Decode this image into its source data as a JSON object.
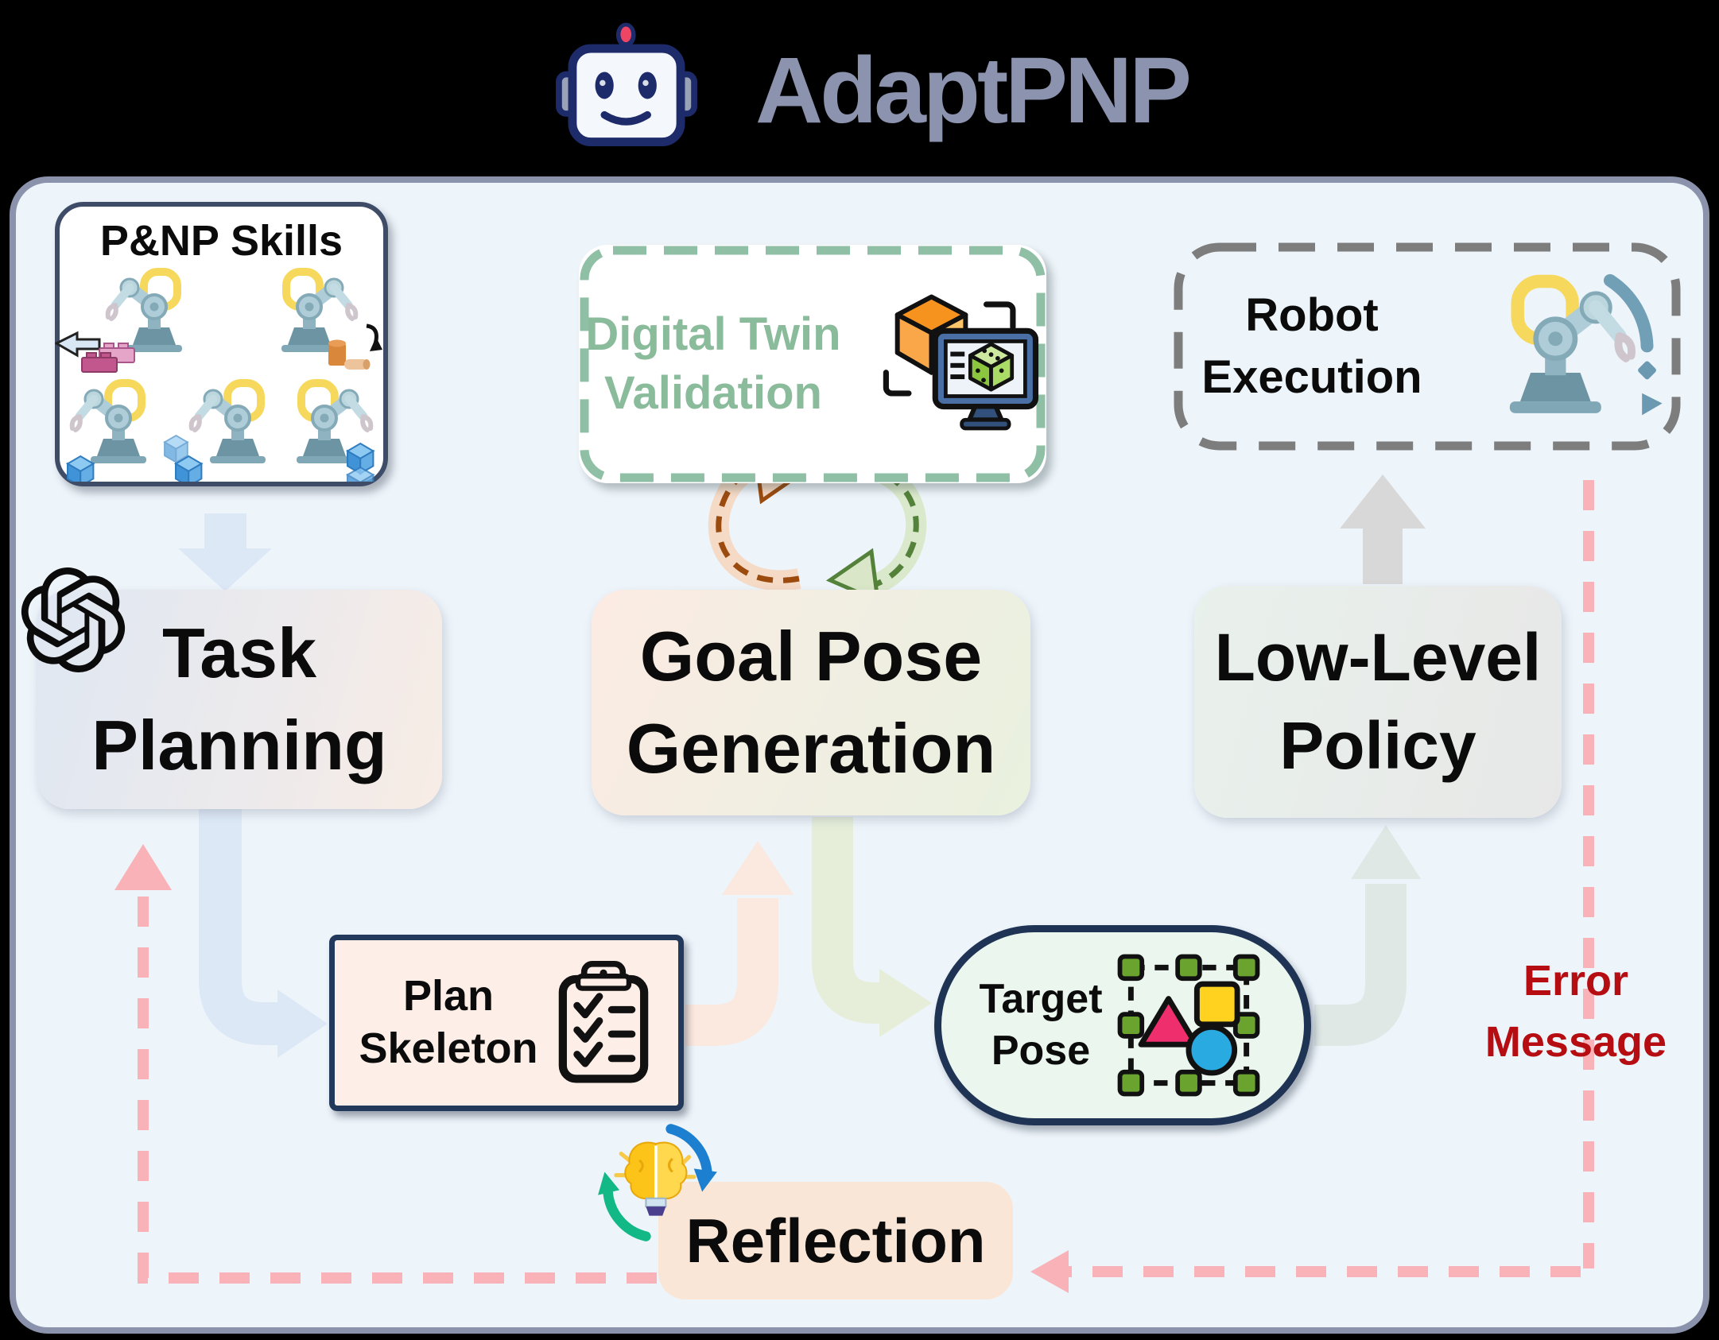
{
  "header": {
    "title": "AdaptPNP"
  },
  "nodes": {
    "pnp_skills": {
      "title": "P&NP Skills"
    },
    "digital_twin_validation": {
      "line1": "Digital Twin",
      "line2": "Validation"
    },
    "robot_execution": {
      "line1": "Robot",
      "line2": "Execution"
    },
    "task_planning": {
      "line1": "Task",
      "line2": "Planning"
    },
    "goal_pose_generation": {
      "line1": "Goal Pose",
      "line2": "Generation"
    },
    "low_level_policy": {
      "line1": "Low-Level",
      "line2": "Policy"
    },
    "plan_skeleton": {
      "line1": "Plan",
      "line2": "Skeleton"
    },
    "target_pose": {
      "line1": "Target",
      "line2": "Pose"
    },
    "reflection": {
      "label": "Reflection"
    }
  },
  "annotations": {
    "error_message": {
      "line1": "Error",
      "line2": "Message",
      "color": "#b50d12"
    }
  },
  "icons": {
    "header": "robot-head-icon",
    "task_planning": "openai-logo-icon",
    "pnp_skills": "robot-arm-icons",
    "digital_twin_validation": "cube-monitor-dice-icon",
    "robot_execution": "robot-arm-motion-icon",
    "plan_skeleton": "clipboard-checklist-icon",
    "target_pose": "selection-shapes-icon",
    "reflection": "brain-refresh-icon"
  },
  "colors": {
    "page_bg": "#000000",
    "panel_bg": "#edf4fa",
    "panel_border": "#8a93ab",
    "title": "#8b93af",
    "digital_twin_green": "#8abb9b",
    "robot_exec_dash": "#7d7d7d",
    "error_pink_dash": "#f9b3b8",
    "error_text": "#b50d12",
    "arrow_blue": "#dce8f5",
    "arrow_peach": "#fbe8de",
    "arrow_green": "#e6eeda",
    "arrow_teal": "#dfe8e5",
    "arrow_gray": "#d8d8d8",
    "cycle_brown": "#9c4b0f",
    "cycle_green": "#54823a"
  }
}
